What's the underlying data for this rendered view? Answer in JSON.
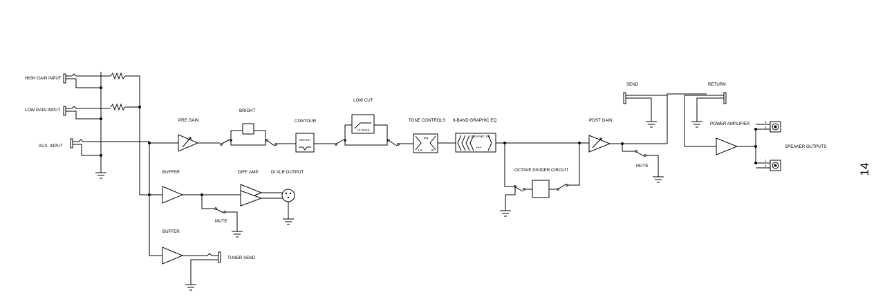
{
  "page_number": "14",
  "inputs": {
    "high_gain": "HIGH GAIN INPUT",
    "low_gain": "LOW GAIN INPUT",
    "aux": "AUX. INPUT"
  },
  "blocks": {
    "pre_gain": "PRE GAIN",
    "bright": "BRIGHT",
    "contour": "CONTOUR",
    "contour_inner": "NOTCH",
    "low_cut": "LOW CUT",
    "low_cut_inner": "HI PASS",
    "tone_controls": "TONE CONTROLS",
    "tone_eq": "EQ",
    "tone_lo": "LO",
    "tone_hi": "HI",
    "graphic_eq": "9-BAND GRAPHIC EQ",
    "graphic_eq_inner": "GRAPHIC EQ",
    "graphic_eq_dots": "• • •",
    "post_gain": "POST GAIN",
    "octave_divider": "OCTAVE DIVIDER CIRCUIT",
    "buffer_1": "BUFFER",
    "buffer_2": "BUFFER",
    "diff_amp": "DIFF. AMP",
    "di_xlr": "DI XLR OUTPUT",
    "tuner_send": "TUNER SEND",
    "mute_1": "MUTE",
    "mute_2": "MUTE",
    "send": "SEND",
    "return": "RETURN",
    "power_amp": "POWER AMPLIFIER",
    "speaker_outputs": "SPEAKER OUTPUTS",
    "pin_1a": "1",
    "pin_2a": "2",
    "pin_1b": "1",
    "pin_2b": "2"
  }
}
